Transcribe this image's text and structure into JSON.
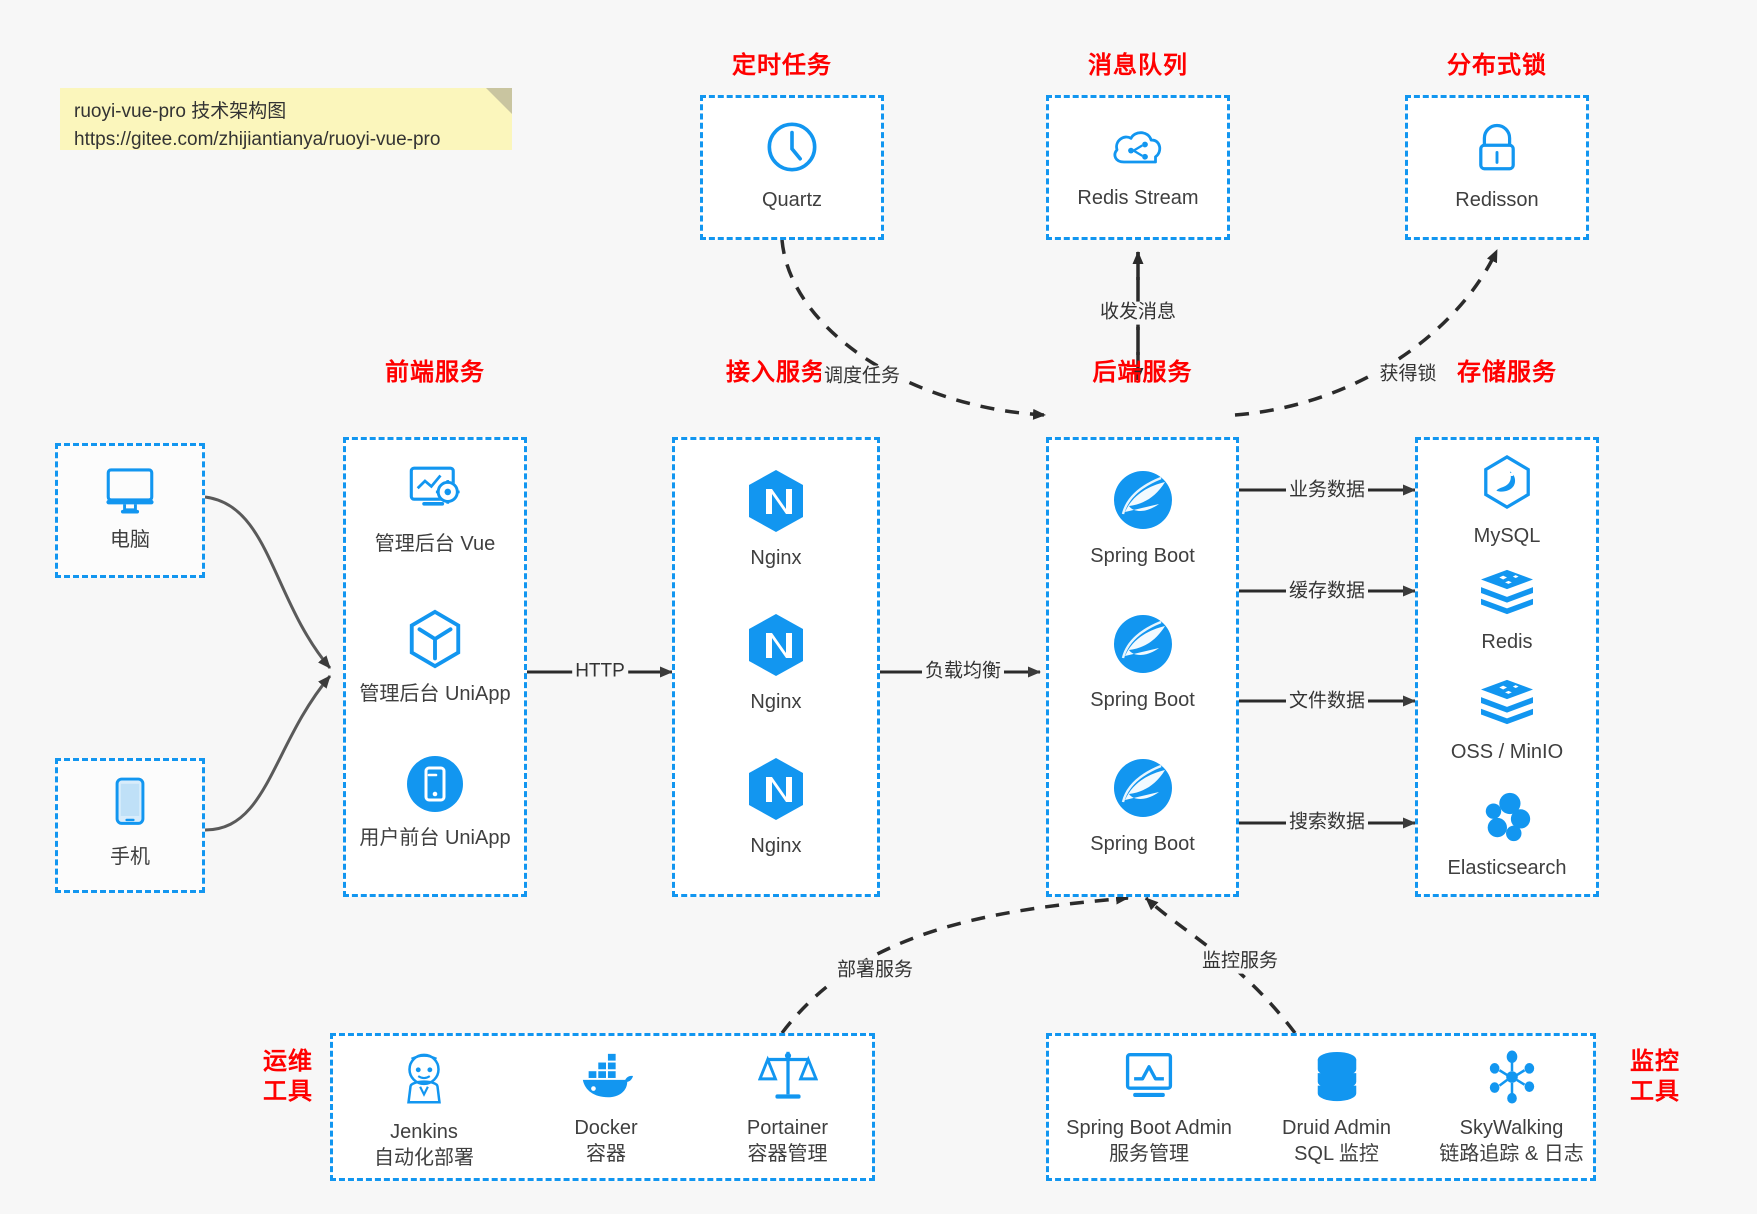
{
  "note": {
    "line1": "ruoyi-vue-pro 技术架构图",
    "line2": "https://gitee.com/zhijiantianya/ruoyi-vue-pro"
  },
  "colors": {
    "accent": "#1296f0",
    "title": "#ff0000",
    "background": "#f7f7f7",
    "note": "#fbf6bc",
    "edge": "#3b3b3b"
  },
  "groups": {
    "scheduler": {
      "title": "定时任务",
      "nodes": [
        {
          "label": "Quartz",
          "icon": "clock-icon"
        }
      ]
    },
    "mq": {
      "title": "消息队列",
      "nodes": [
        {
          "label": "Redis Stream",
          "icon": "cloud-stream-icon"
        }
      ]
    },
    "lock": {
      "title": "分布式锁",
      "nodes": [
        {
          "label": "Redisson",
          "icon": "lock-icon"
        }
      ]
    },
    "clients": {
      "nodes": [
        {
          "label": "电脑",
          "icon": "desktop-icon"
        },
        {
          "label": "手机",
          "icon": "mobile-icon"
        }
      ]
    },
    "frontend": {
      "title": "前端服务",
      "nodes": [
        {
          "label": "管理后台 Vue",
          "icon": "dashboard-gear-icon"
        },
        {
          "label": "管理后台 UniApp",
          "icon": "hexagon-cube-icon"
        },
        {
          "label": "用户前台 UniApp",
          "icon": "mobile-round-icon"
        }
      ]
    },
    "gateway": {
      "title": "接入服务",
      "nodes": [
        {
          "label": "Nginx",
          "icon": "nginx-icon"
        },
        {
          "label": "Nginx",
          "icon": "nginx-icon"
        },
        {
          "label": "Nginx",
          "icon": "nginx-icon"
        }
      ]
    },
    "backend": {
      "title": "后端服务",
      "nodes": [
        {
          "label": "Spring Boot",
          "icon": "spring-boot-icon"
        },
        {
          "label": "Spring Boot",
          "icon": "spring-boot-icon"
        },
        {
          "label": "Spring Boot",
          "icon": "spring-boot-icon"
        }
      ]
    },
    "storage": {
      "title": "存储服务",
      "nodes": [
        {
          "label": "MySQL",
          "icon": "mysql-icon"
        },
        {
          "label": "Redis",
          "icon": "redis-icon"
        },
        {
          "label": "OSS / MinIO",
          "icon": "redis-icon"
        },
        {
          "label": "Elasticsearch",
          "icon": "elasticsearch-icon"
        }
      ]
    },
    "devops": {
      "title": "运维\n工具",
      "title_line1": "运维",
      "title_line2": "工具",
      "nodes": [
        {
          "label": "Jenkins",
          "sublabel": "自动化部署",
          "icon": "jenkins-icon"
        },
        {
          "label": "Docker",
          "sublabel": "容器",
          "icon": "docker-icon"
        },
        {
          "label": "Portainer",
          "sublabel": "容器管理",
          "icon": "scales-icon"
        }
      ]
    },
    "monitor": {
      "title_line1": "监控",
      "title_line2": "工具",
      "nodes": [
        {
          "label": "Spring Boot Admin",
          "sublabel": "服务管理",
          "icon": "monitor-chart-icon"
        },
        {
          "label": "Druid Admin",
          "sublabel": "SQL 监控",
          "icon": "database-icon"
        },
        {
          "label": "SkyWalking",
          "sublabel": "链路追踪 & 日志",
          "icon": "skywalking-icon"
        }
      ]
    }
  },
  "edges": [
    {
      "id": "http",
      "label": "HTTP"
    },
    {
      "id": "lb",
      "label": "负载均衡"
    },
    {
      "id": "biz",
      "label": "业务数据"
    },
    {
      "id": "cache",
      "label": "缓存数据"
    },
    {
      "id": "file",
      "label": "文件数据"
    },
    {
      "id": "search",
      "label": "搜索数据"
    },
    {
      "id": "schedule",
      "label": "调度任务"
    },
    {
      "id": "mq",
      "label": "收发消息"
    },
    {
      "id": "getlock",
      "label": "获得锁"
    },
    {
      "id": "deploy",
      "label": "部署服务"
    },
    {
      "id": "monitor",
      "label": "监控服务"
    }
  ]
}
